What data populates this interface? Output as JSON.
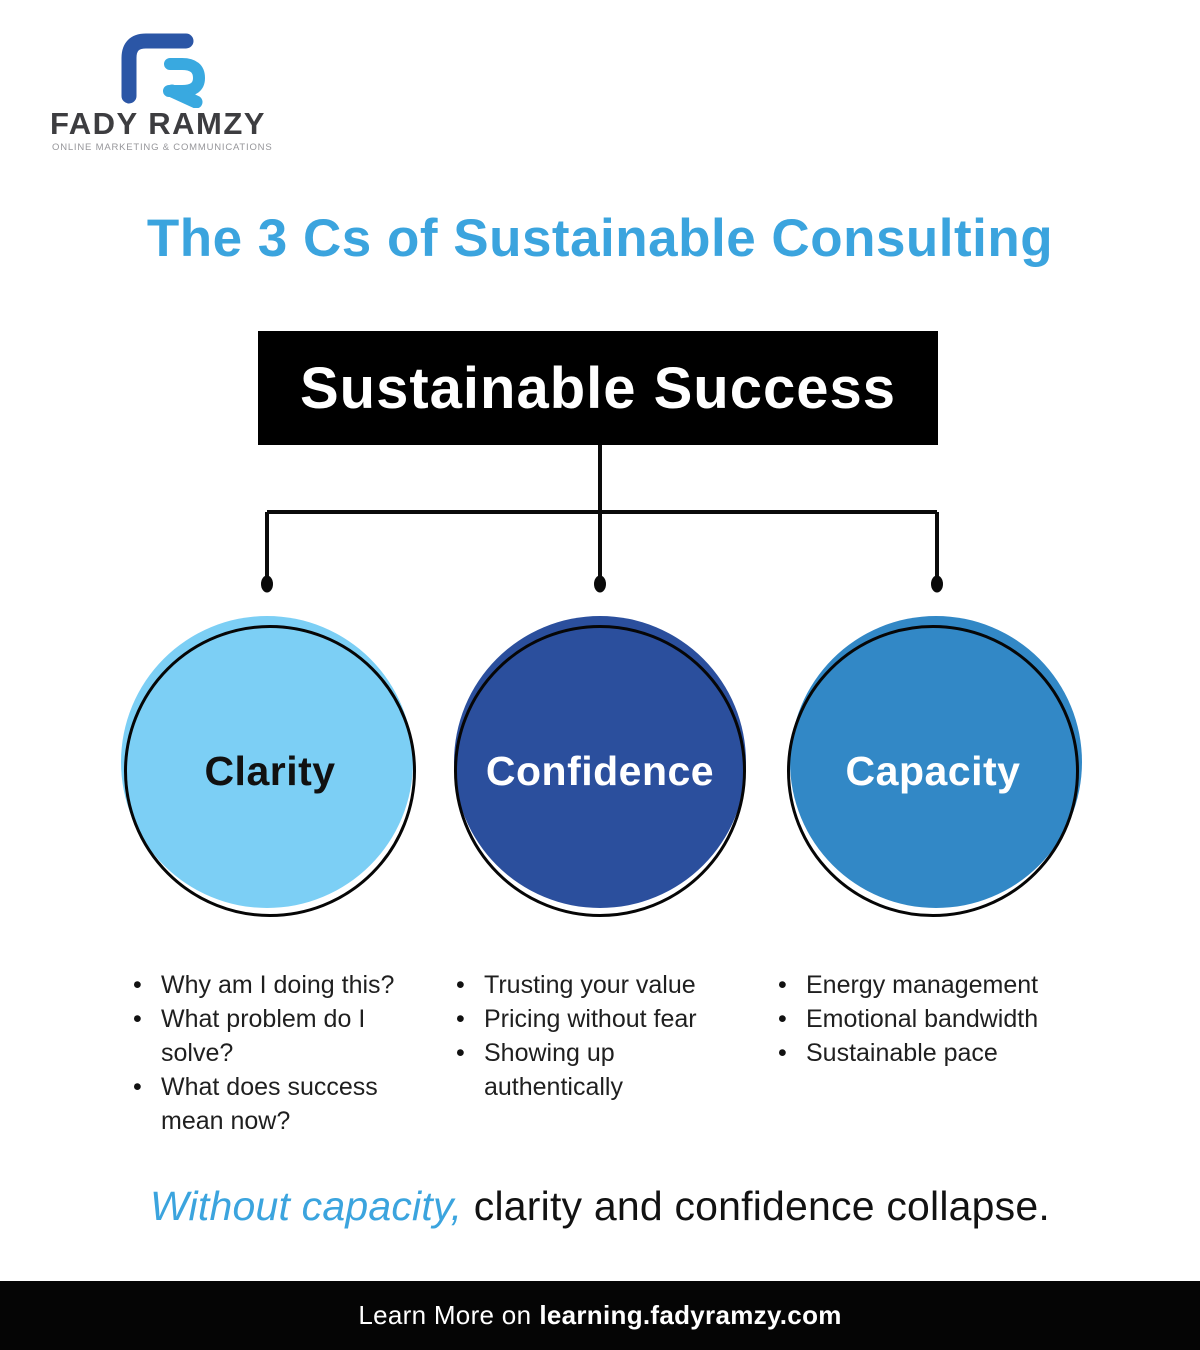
{
  "brand": {
    "name": "FADY RAMZY",
    "tagline": "ONLINE MARKETING & COMMUNICATIONS",
    "monogram": "FR",
    "colors": {
      "dark_blue": "#2B56A6",
      "light_blue": "#39A9E0"
    }
  },
  "title": "The 3 Cs of Sustainable Consulting",
  "root_node": {
    "label": "Sustainable Success",
    "bg": "#000000",
    "text_color": "#FFFFFF"
  },
  "branches": [
    {
      "label": "Clarity",
      "fill": "#7CCFF5",
      "label_color": "#111111",
      "bullets": [
        "Why am I doing this?",
        "What problem do I solve?",
        "What does success mean now?"
      ]
    },
    {
      "label": "Confidence",
      "fill": "#2B4F9D",
      "label_color": "#FFFFFF",
      "bullets": [
        "Trusting your value",
        "Pricing without fear",
        "Showing up authentically"
      ]
    },
    {
      "label": "Capacity",
      "fill": "#3288C6",
      "label_color": "#FFFFFF",
      "bullets": [
        "Energy management",
        "Emotional bandwidth",
        "Sustainable pace"
      ]
    }
  ],
  "statement": {
    "highlight": "Without capacity,",
    "rest": " clarity and confidence collapse.",
    "highlight_color": "#3BA4DE"
  },
  "footer": {
    "prefix": "Learn More on",
    "link": "learning.fadyramzy.com"
  },
  "accent_colors": {
    "title_blue": "#3BA4DE",
    "connector_black": "#0a0a0a"
  }
}
